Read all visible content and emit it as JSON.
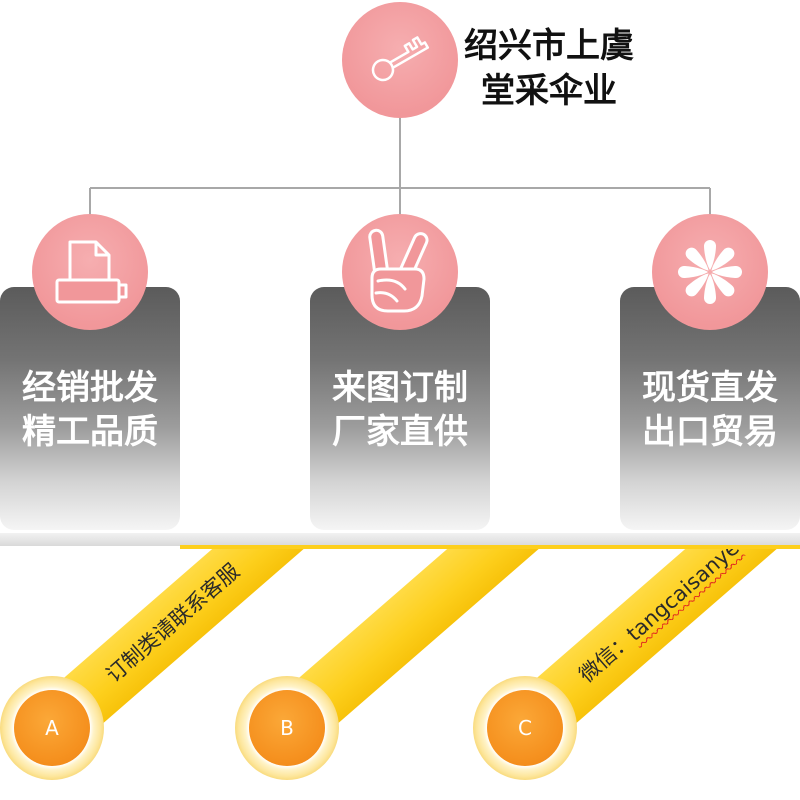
{
  "colors": {
    "pink": "#f1979a",
    "ribbon_yellow": "#fdcf1c",
    "badge_orange": "#f5901e"
  },
  "company": {
    "icon": "key-icon",
    "name_line1": "绍兴市上虞",
    "name_line2": "堂采伞业"
  },
  "features": [
    {
      "icon": "printer-icon",
      "line1": "经销批发",
      "line2": "精工品质"
    },
    {
      "icon": "victory-hand-icon",
      "line1": "来图订制",
      "line2": "厂家直供"
    },
    {
      "icon": "asterisk-icon",
      "line1": "现货直发",
      "line2": "出口贸易"
    }
  ],
  "contacts": [
    {
      "badge": "A",
      "text": "订制类请联系客服"
    },
    {
      "badge": "B"
    },
    {
      "badge": "C",
      "wechat_label": "微信：",
      "wechat_id": "tangcaisanye"
    }
  ]
}
